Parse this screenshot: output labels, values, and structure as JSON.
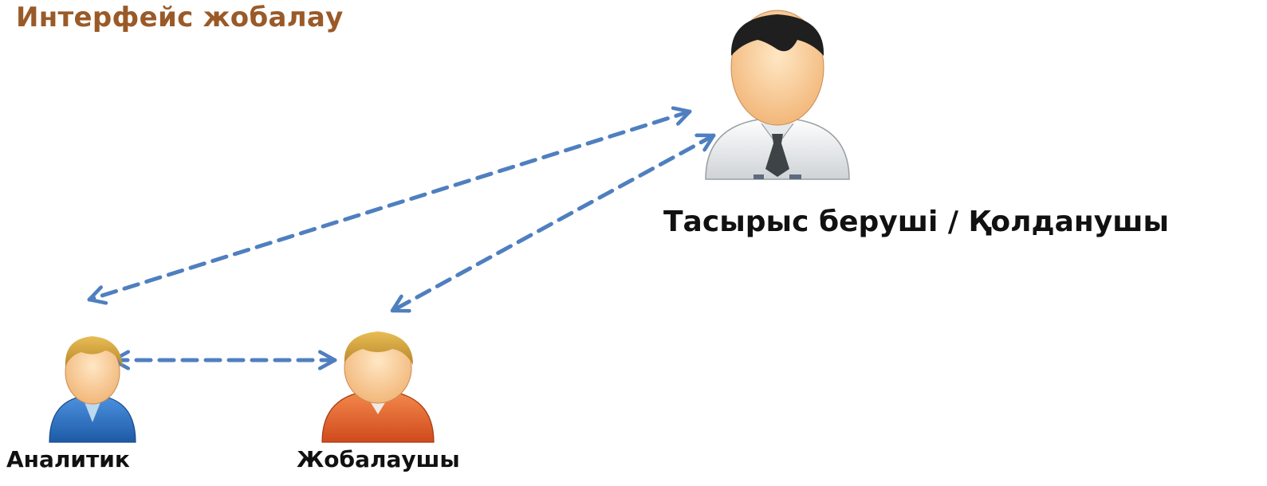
{
  "header": {
    "title": "Интерфейс жобалау"
  },
  "actors": {
    "client": {
      "label": "Тасырыс беруші / Қолданушы",
      "icon": "businessman-icon"
    },
    "analyst": {
      "label": "Аналитик",
      "icon": "user-blue-icon"
    },
    "designer": {
      "label": "Жобалаушы",
      "icon": "user-orange-icon"
    }
  },
  "connections": [
    {
      "from": "client",
      "to": "analyst",
      "style": "dashed-bidirectional"
    },
    {
      "from": "client",
      "to": "designer",
      "style": "dashed-bidirectional"
    },
    {
      "from": "analyst",
      "to": "designer",
      "style": "dashed-bidirectional"
    }
  ],
  "colors": {
    "title": "#9a5a28",
    "arrow": "#4f7fbf",
    "analyst_shirt": "#2f73c2",
    "designer_shirt": "#e2602a",
    "hair": "#d9a73a"
  }
}
